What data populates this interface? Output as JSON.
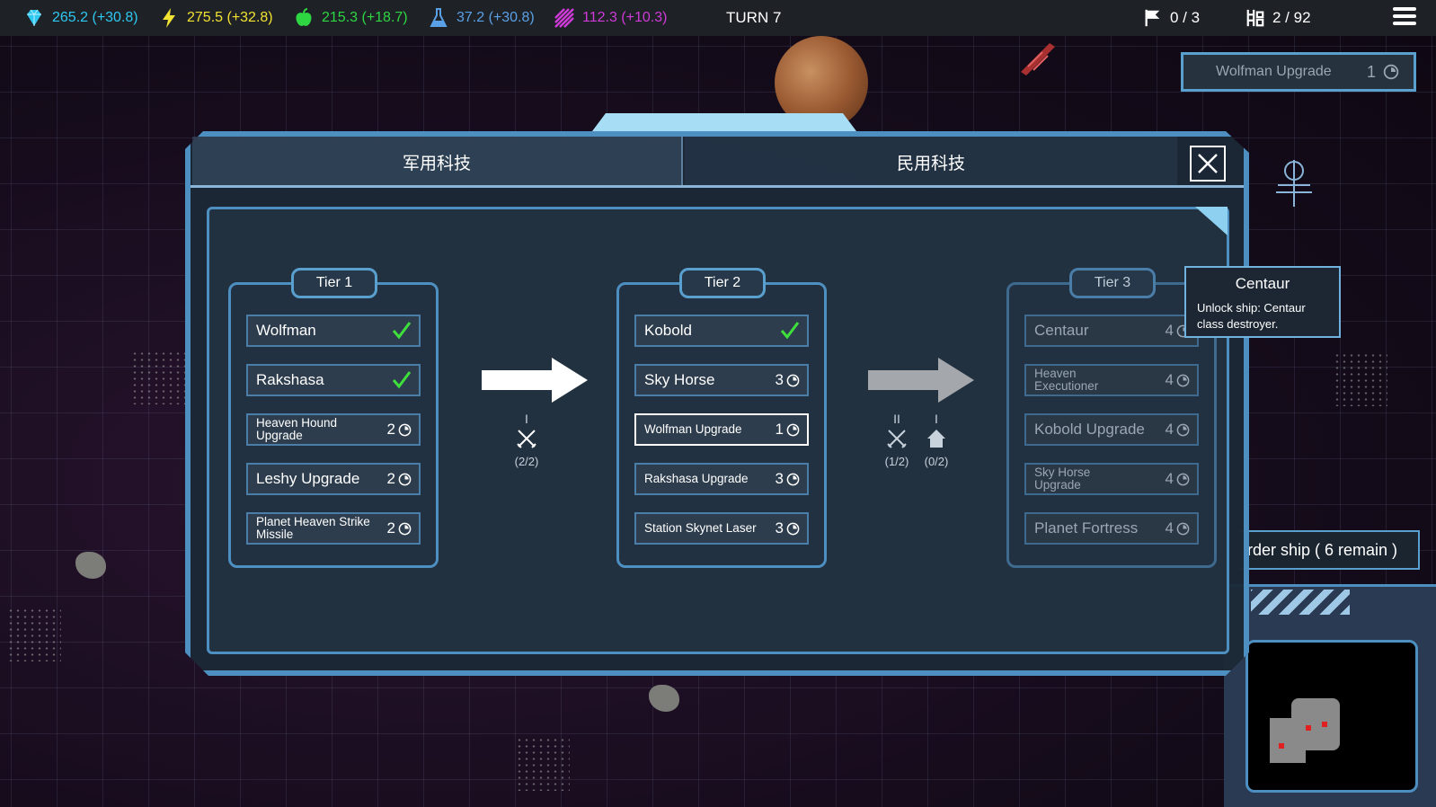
{
  "resources": [
    {
      "icon": "crystal-icon",
      "value": "265.2 (+30.8)",
      "color": "#2ec8f0"
    },
    {
      "icon": "energy-icon",
      "value": "275.5 (+32.8)",
      "color": "#f2e232"
    },
    {
      "icon": "food-icon",
      "value": "215.3 (+18.7)",
      "color": "#2ed642"
    },
    {
      "icon": "science-flask-icon",
      "value": "37.2 (+30.8)",
      "color": "#5aa0e6"
    },
    {
      "icon": "influence-icon",
      "value": "112.3 (+10.3)",
      "color": "#d03ad8"
    }
  ],
  "turn": "TURN 7",
  "flags": "0 / 3",
  "fleet": "2 / 92",
  "queue": {
    "name": "Wolfman Upgrade",
    "turns": "1"
  },
  "order_text": "rder ship ( 6 remain )",
  "tabs": {
    "military": "军用科技",
    "civil": "民用科技"
  },
  "tiers": [
    {
      "label": "Tier 1",
      "techs": [
        {
          "name": "Wolfman",
          "done": true
        },
        {
          "name": "Rakshasa",
          "done": true
        },
        {
          "name": "Heaven Hound Upgrade",
          "cost": "2"
        },
        {
          "name": "Leshy Upgrade",
          "cost": "2"
        },
        {
          "name": "Planet Heaven Strike Missile",
          "cost": "2"
        }
      ]
    },
    {
      "label": "Tier 2",
      "techs": [
        {
          "name": "Kobold",
          "done": true
        },
        {
          "name": "Sky Horse",
          "cost": "3"
        },
        {
          "name": "Wolfman Upgrade",
          "cost": "1",
          "selected": true
        },
        {
          "name": "Rakshasa Upgrade",
          "cost": "3"
        },
        {
          "name": "Station Skynet Laser",
          "cost": "3"
        }
      ]
    },
    {
      "label": "Tier 3",
      "techs": [
        {
          "name": "Centaur",
          "cost": "4"
        },
        {
          "name": "Heaven Executioner",
          "cost": "4"
        },
        {
          "name": "Kobold Upgrade",
          "cost": "4"
        },
        {
          "name": "Sky Horse Upgrade",
          "cost": "4"
        },
        {
          "name": "Planet Fortress",
          "cost": "4"
        }
      ]
    }
  ],
  "requirements": {
    "tier2": [
      {
        "roman": "I",
        "icon": "crossed-swords-icon",
        "progress": "(2/2)"
      }
    ],
    "tier3": [
      {
        "roman": "II",
        "icon": "crossed-swords-icon",
        "progress": "(1/2)"
      },
      {
        "roman": "I",
        "icon": "house-icon",
        "progress": "(0/2)"
      }
    ]
  },
  "tooltip": {
    "title": "Centaur",
    "desc": "Unlock ship: Centaur class destroyer."
  }
}
